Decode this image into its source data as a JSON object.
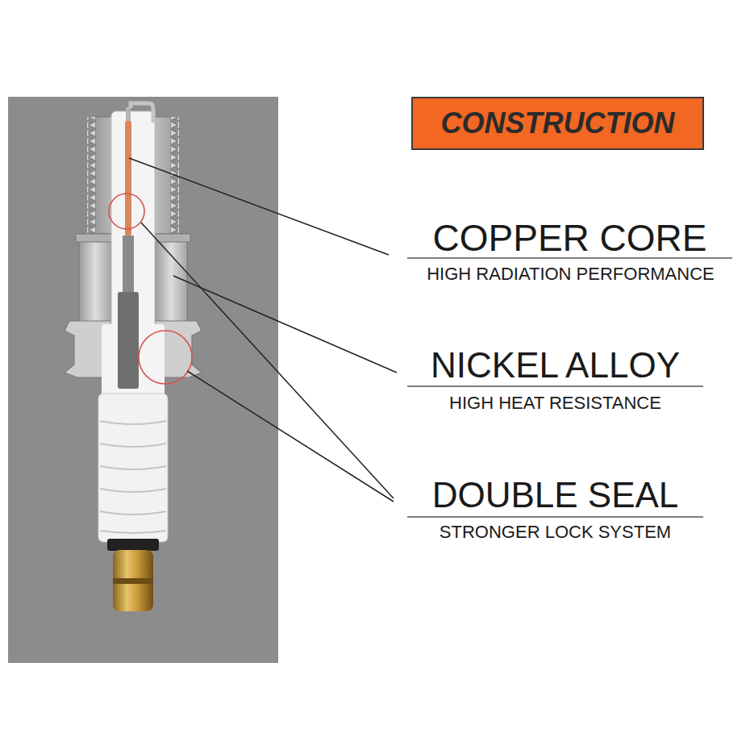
{
  "diagram": {
    "nodes": [
      {
        "text": [
          "CONSTRUCTION"
        ]
      }
    ],
    "labels": [
      "COPPER CORE",
      "HIGH RADIATION PERFORMANCE",
      "NICKEL ALLOY",
      "HIGH HEAT RESISTANCE",
      "DOUBLE SEAL",
      "STRONGER LOCK SYSTEM"
    ]
  }
}
